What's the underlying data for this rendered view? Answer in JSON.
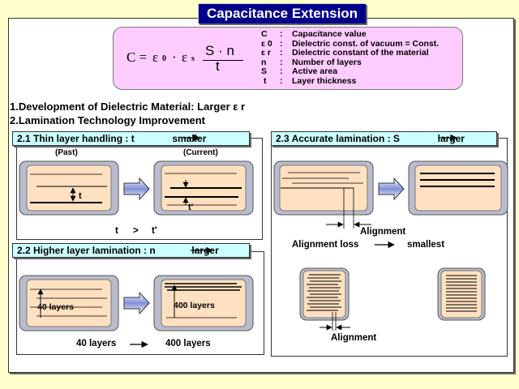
{
  "title": "Capacitance Extension",
  "formula": {
    "lhs": "C =",
    "eps0": "ε",
    "eps0_sub": "0",
    "dot1": "·",
    "epss": "ε",
    "epss_sub": "s",
    "numerator": "S · n",
    "denominator": "t"
  },
  "definitions": [
    {
      "sym": "C",
      "desc": "Capacitance value"
    },
    {
      "sym": "ε 0",
      "desc": "Dielectric const. of vacuum = Const."
    },
    {
      "sym": "ε r",
      "desc": "Dielectric constant of the material"
    },
    {
      "sym": "n",
      "desc": "Number of layers"
    },
    {
      "sym": "S",
      "desc": "Active area"
    },
    {
      "sym": "t",
      "desc": "Layer thickness"
    }
  ],
  "point1": "1.Development of Dielectric Material:   Larger  ε r",
  "point2": "2.Lamination Technology   Improvement",
  "panel21": {
    "head": "2.1  Thin layer handling    :    t",
    "tail": "smaller",
    "past": "(Past)",
    "current": "(Current)",
    "t": "t",
    "tprime": "t'",
    "compare_left": "t",
    "compare_mid": ">",
    "compare_right": "t'"
  },
  "panel22": {
    "head": "2.2  Higher layer lamination    :    n",
    "tail": "larger",
    "left_label": "40 layers",
    "right_label": "400 layers",
    "bottom_left": "40 layers",
    "bottom_right": "400 layers"
  },
  "panel23": {
    "head": "2.3  Accurate lamination     :     S",
    "tail": "larger",
    "alignment1": "Alignment",
    "loss": "Alignment loss",
    "smallest": "smallest",
    "alignment2": "Alignment"
  },
  "colors": {
    "title_bg": "#00008b",
    "formula_bg": "#ffccff",
    "panel_head": "#ccffff",
    "chip": "#ffe0c0",
    "electrode": "#b8bccc",
    "arrow": "#6070c8"
  }
}
